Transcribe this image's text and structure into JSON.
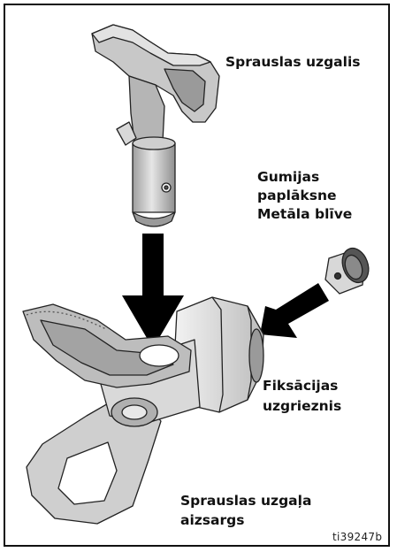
{
  "labels": {
    "tip": "Sprauslas uzgalis",
    "seal_rubber": "Gumijas",
    "seal_rubber_2": "paplāksne",
    "seal_metal": "Metāla blīve",
    "nut_1": "Fiksācijas",
    "nut_2": "uzgrieznis",
    "guard_1": "Sprauslas uzgaļa",
    "guard_2": "aizsargs"
  },
  "figure_code": "ti39247b",
  "colors": {
    "part_fill": "#cfcfcf",
    "part_shade": "#a9a9a9",
    "part_light": "#ebebeb",
    "outline": "#222222",
    "arrow": "#000000"
  }
}
